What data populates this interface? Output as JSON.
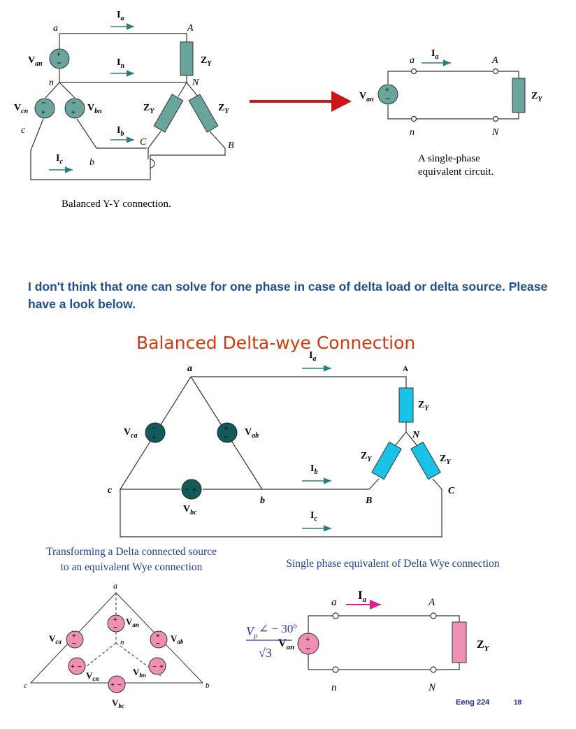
{
  "top_left": {
    "caption": "Balanced Y-Y connection.",
    "labels": {
      "a": "a",
      "A": "A",
      "n": "n",
      "N": "N",
      "b": "b",
      "B": "B",
      "c": "c",
      "C": "C",
      "Ia": "I",
      "Ia_sub": "a",
      "In": "I",
      "In_sub": "n",
      "Ib": "I",
      "Ib_sub": "b",
      "Ic": "I",
      "Ic_sub": "c",
      "Van": "V",
      "Van_sub": "an",
      "Vbn": "V",
      "Vbn_sub": "bn",
      "Vcn": "V",
      "Vcn_sub": "cn",
      "ZY": "Z",
      "ZY_sub": "Y"
    }
  },
  "top_right": {
    "caption_line1": "A single-phase",
    "caption_line2": "equivalent circuit.",
    "labels": {
      "a": "a",
      "A": "A",
      "n": "n",
      "N": "N",
      "Ia": "I",
      "Ia_sub": "a",
      "Van": "V",
      "Van_sub": "an",
      "ZY": "Z",
      "ZY_sub": "Y"
    }
  },
  "note": "I don't think that one can solve for one phase in case of delta load or delta source. Please have a look below.",
  "delta_wye": {
    "title": "Balanced Delta-wye Connection",
    "labels": {
      "a": "a",
      "A": "A",
      "b": "b",
      "B": "B",
      "c": "c",
      "C": "C",
      "N": "N",
      "Ia": "I",
      "Ia_sub": "a",
      "Ib": "I",
      "Ib_sub": "b",
      "Ic": "I",
      "Ic_sub": "c",
      "Vab": "V",
      "Vab_sub": "ab",
      "Vbc": "V",
      "Vbc_sub": "bc",
      "Vca": "V",
      "Vca_sub": "ca",
      "ZY": "Z",
      "ZY_sub": "Y"
    }
  },
  "bottom_left": {
    "caption_line1": "Transforming a Delta connected source",
    "caption_line2": "to an equivalent Wye connection",
    "labels": {
      "a": "a",
      "b": "b",
      "c": "c",
      "n": "n",
      "Van": "V",
      "Van_sub": "an",
      "Vab": "V",
      "Vab_sub": "ab",
      "Vbc": "V",
      "Vbc_sub": "bc",
      "Vbn": "V",
      "Vbn_sub": "bn",
      "Vca": "V",
      "Vca_sub": "ca",
      "Vcn": "V",
      "Vcn_sub": "cn"
    }
  },
  "bottom_right": {
    "caption": "Single phase equivalent of Delta Wye connection",
    "formula_num": "V",
    "formula_num_sub": "p",
    "formula_angle": "∠ − 30º",
    "formula_den": "√3",
    "labels": {
      "a": "a",
      "A": "A",
      "n": "n",
      "N": "N",
      "Ia": "I",
      "Ia_sub": "a",
      "Van": "V",
      "Van_sub": "an",
      "ZY": "Z",
      "ZY_sub": "Y"
    }
  },
  "footer": {
    "course": "Eeng 224",
    "page": "18"
  },
  "colors": {
    "source_teal": "#6aa59d",
    "resistor_teal": "#6aa59d",
    "dark_teal": "#125b5b",
    "cyan": "#19c3e8",
    "pink": "#f08fb4",
    "arrow_red": "#cc1515",
    "current_arrow": "#2a7d80",
    "ia_pink_arrow": "#e0208a"
  }
}
